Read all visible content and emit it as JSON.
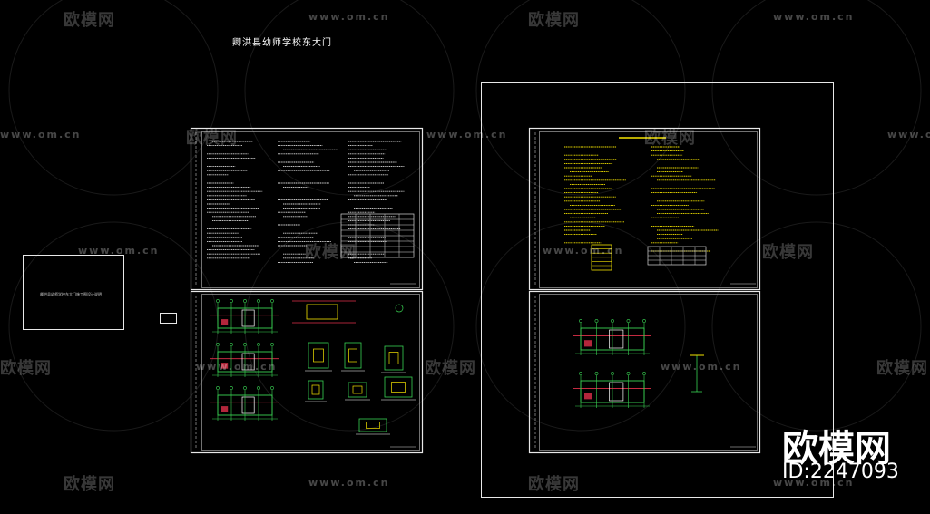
{
  "drawing": {
    "title": "卿洪县幼师学校东大门",
    "id_label": "ID:2247093",
    "brand": "欧模网",
    "watermark_cn": "欧模网",
    "watermark_url": "www.om.cn",
    "small_box_text": "卿洪县幼师学校东大门施工图设计说明"
  },
  "colors": {
    "background": "#000000",
    "frame": "#e8e8e8",
    "green": "#39d353",
    "red": "#e0304a",
    "yellow": "#f5e400",
    "white": "#ffffff"
  }
}
